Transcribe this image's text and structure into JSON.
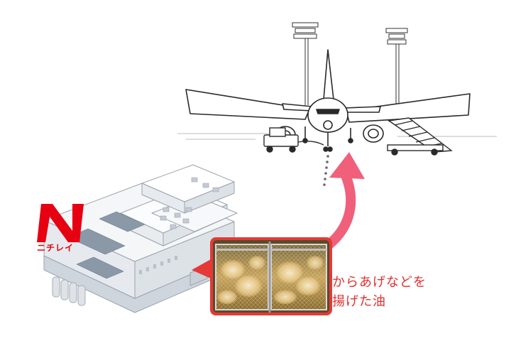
{
  "logo": {
    "caption": "ニチレイ",
    "brand_color": "#e60012",
    "icon": "nichirei-n-logo"
  },
  "caption": {
    "line1": "からあげなどを",
    "line2": "揚げた油",
    "color": "#e0302f"
  },
  "arrow": {
    "color": "#f0607a",
    "icon": "curved-up-arrow-icon"
  },
  "illustrations": {
    "airplane": "airplane-icon",
    "factory": "factory-icon",
    "fryer": "fryer-oil-photo"
  }
}
